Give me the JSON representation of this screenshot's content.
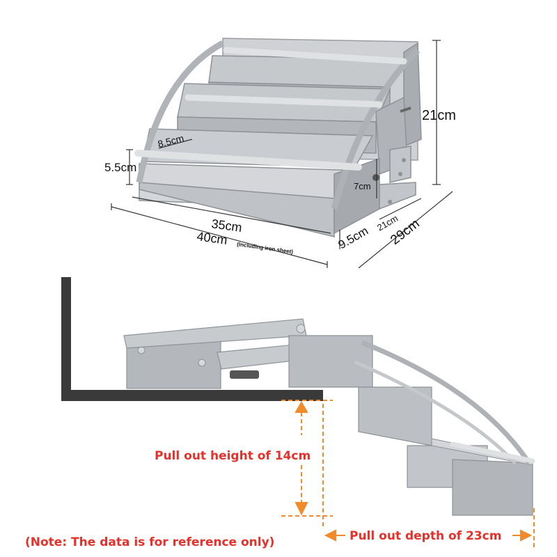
{
  "dimensions": {
    "height": "21cm",
    "shelf_depth": "8.5cm",
    "lip_height": "5.5cm",
    "bracket_height": "7cm",
    "inner_width": "35cm",
    "outer_width": "40cm",
    "outer_width_note": "(Including iron sheet)",
    "front_height": "9.5cm",
    "base_depth": "21cm",
    "total_depth": "29cm"
  },
  "callouts": {
    "pull_out_height": "Pull out height of 14cm",
    "pull_out_depth": "Pull out depth of 23cm",
    "note": "(Note: The data is for reference only)"
  },
  "colors": {
    "metal": "#b9bcc0",
    "metal_dark": "#8e9297",
    "metal_light": "#d7d9dc",
    "cabinet": "#3a3a3a",
    "callout": "#e8302a",
    "arrow": "#f08a2a"
  }
}
